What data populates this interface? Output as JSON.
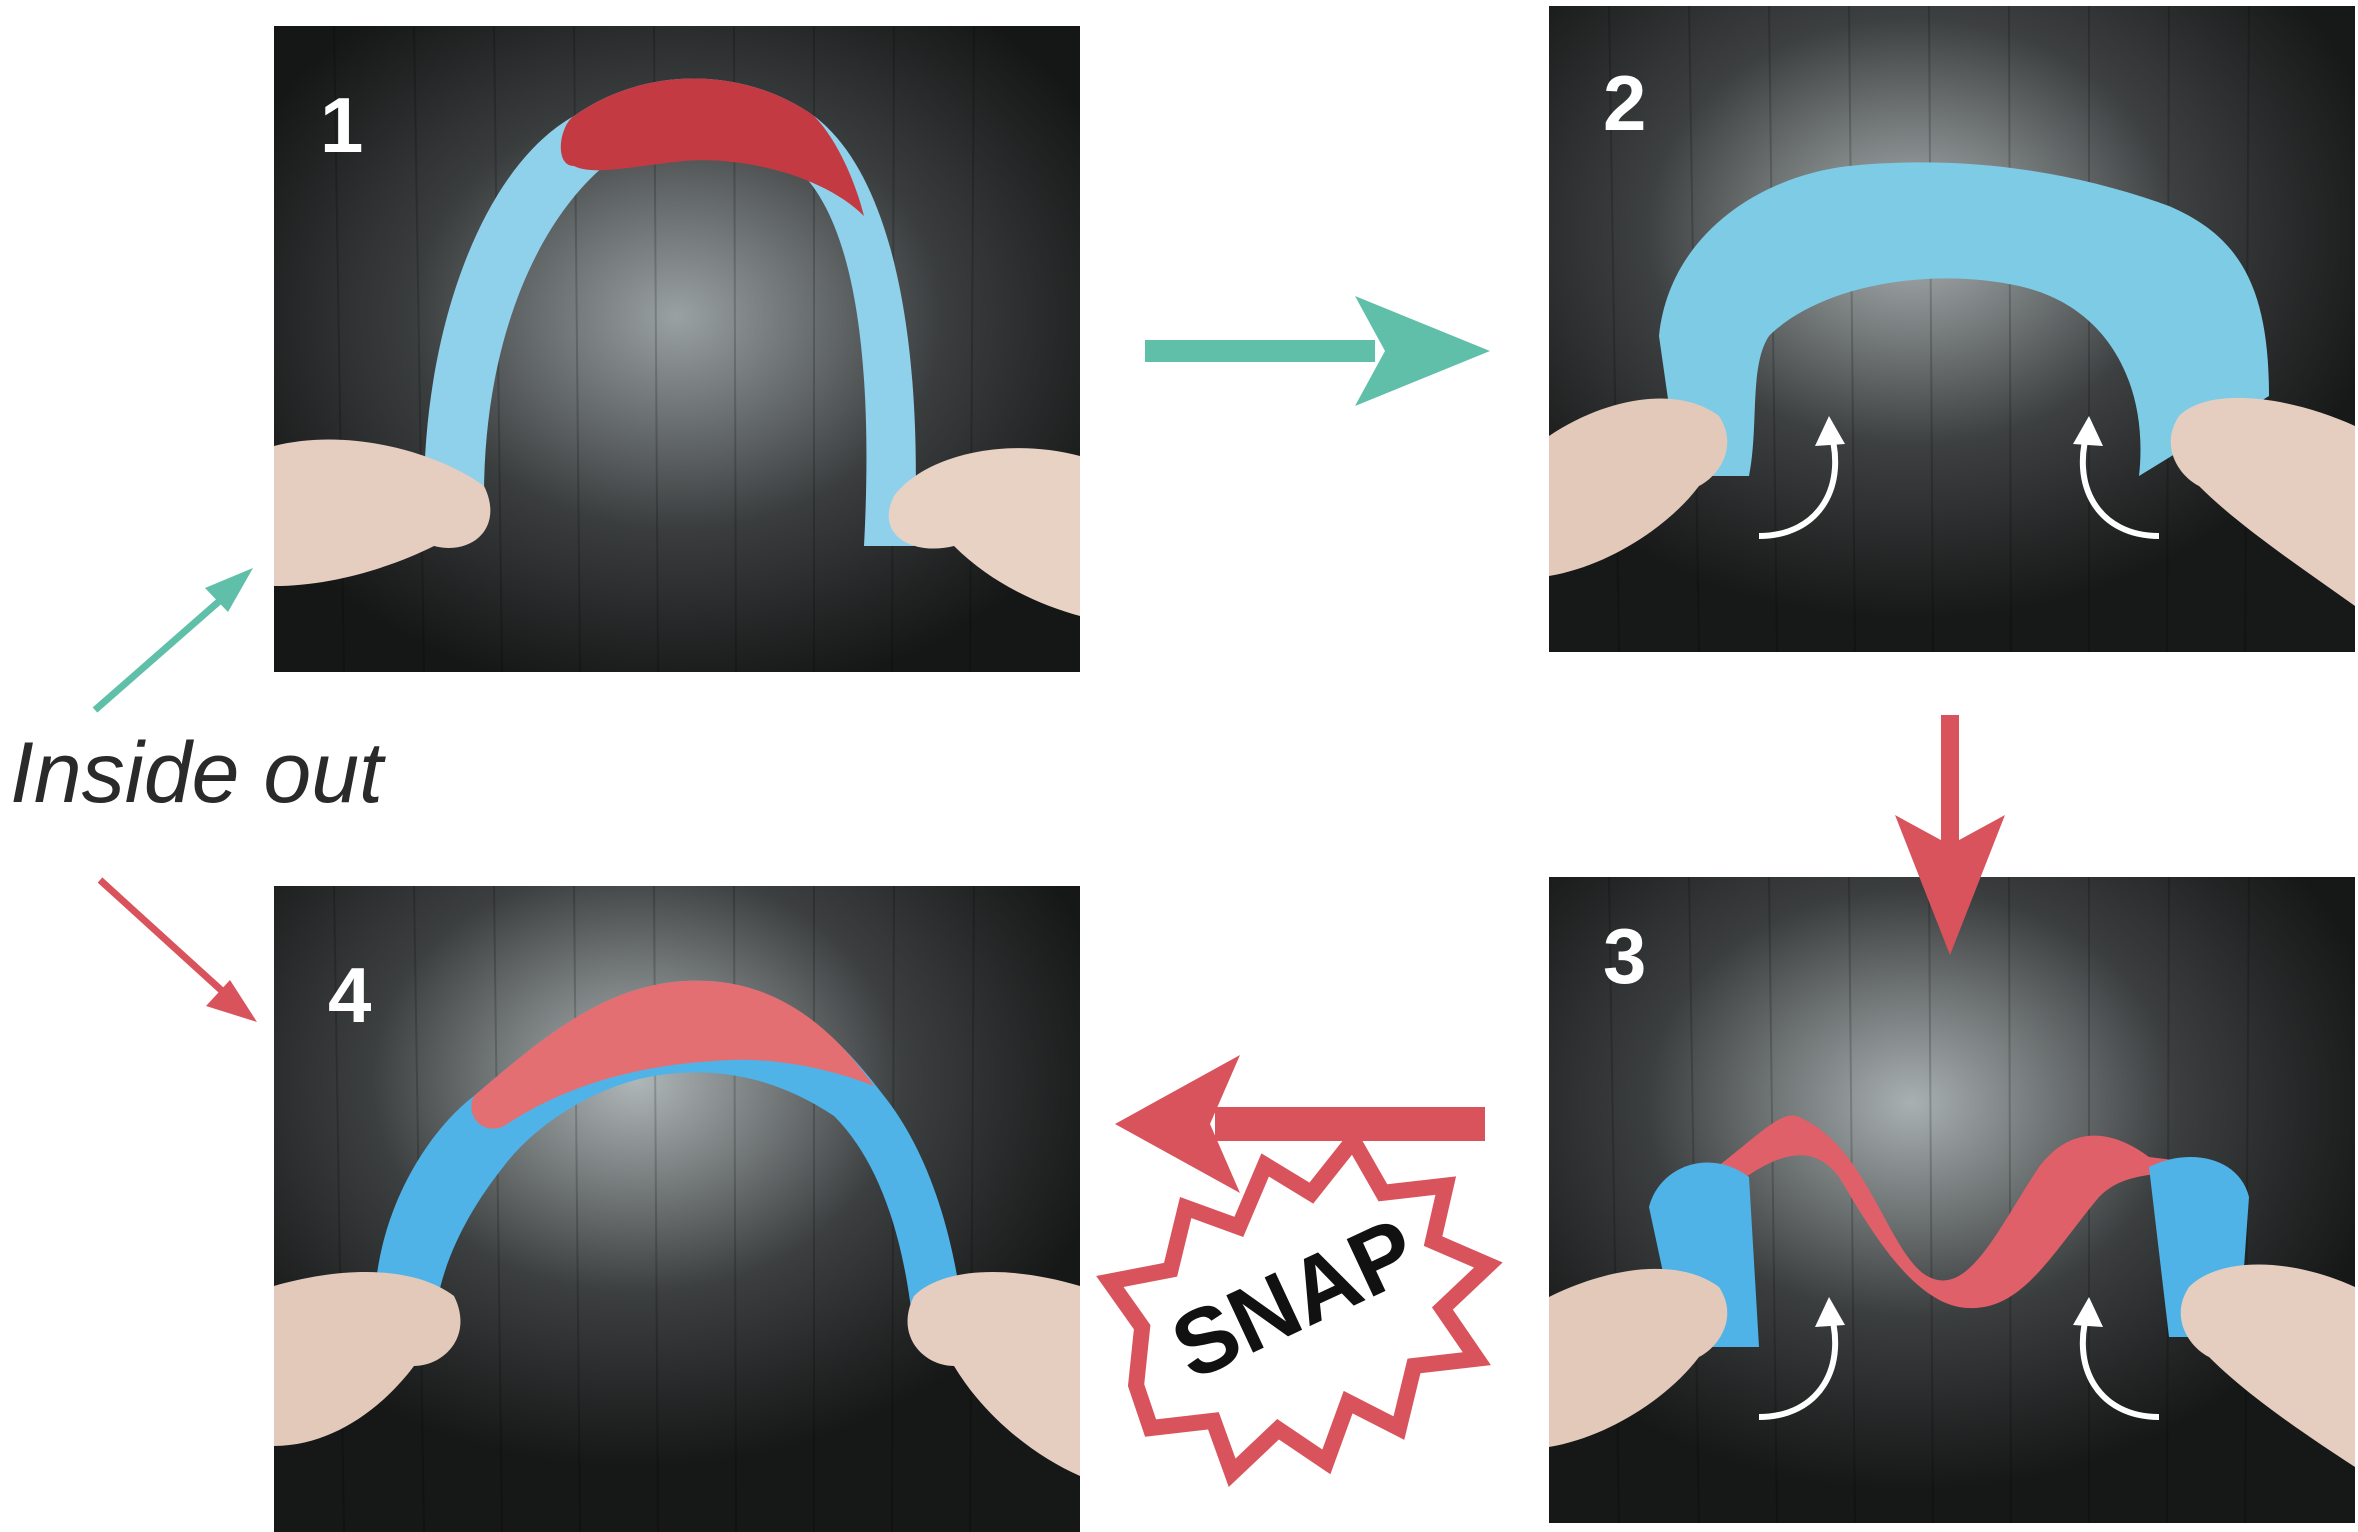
{
  "steps": [
    {
      "label": "1",
      "strip_color": "#8fd0ea",
      "inner_color": "#c43a42"
    },
    {
      "label": "2",
      "strip_color": "#7ecbe6"
    },
    {
      "label": "3",
      "strip_color": "#6ec3e8",
      "inner_color": "#e0606a"
    },
    {
      "label": "4",
      "strip_color": "#4fb3e8",
      "inner_color": "#e46f72"
    }
  ],
  "caption": "Inside out",
  "snap_label": "SNAP",
  "colors": {
    "teal_arrow": "#5fbfa8",
    "red_arrow": "#d9535c",
    "snap_burst_stroke": "#d9535c",
    "background": "#ffffff"
  }
}
